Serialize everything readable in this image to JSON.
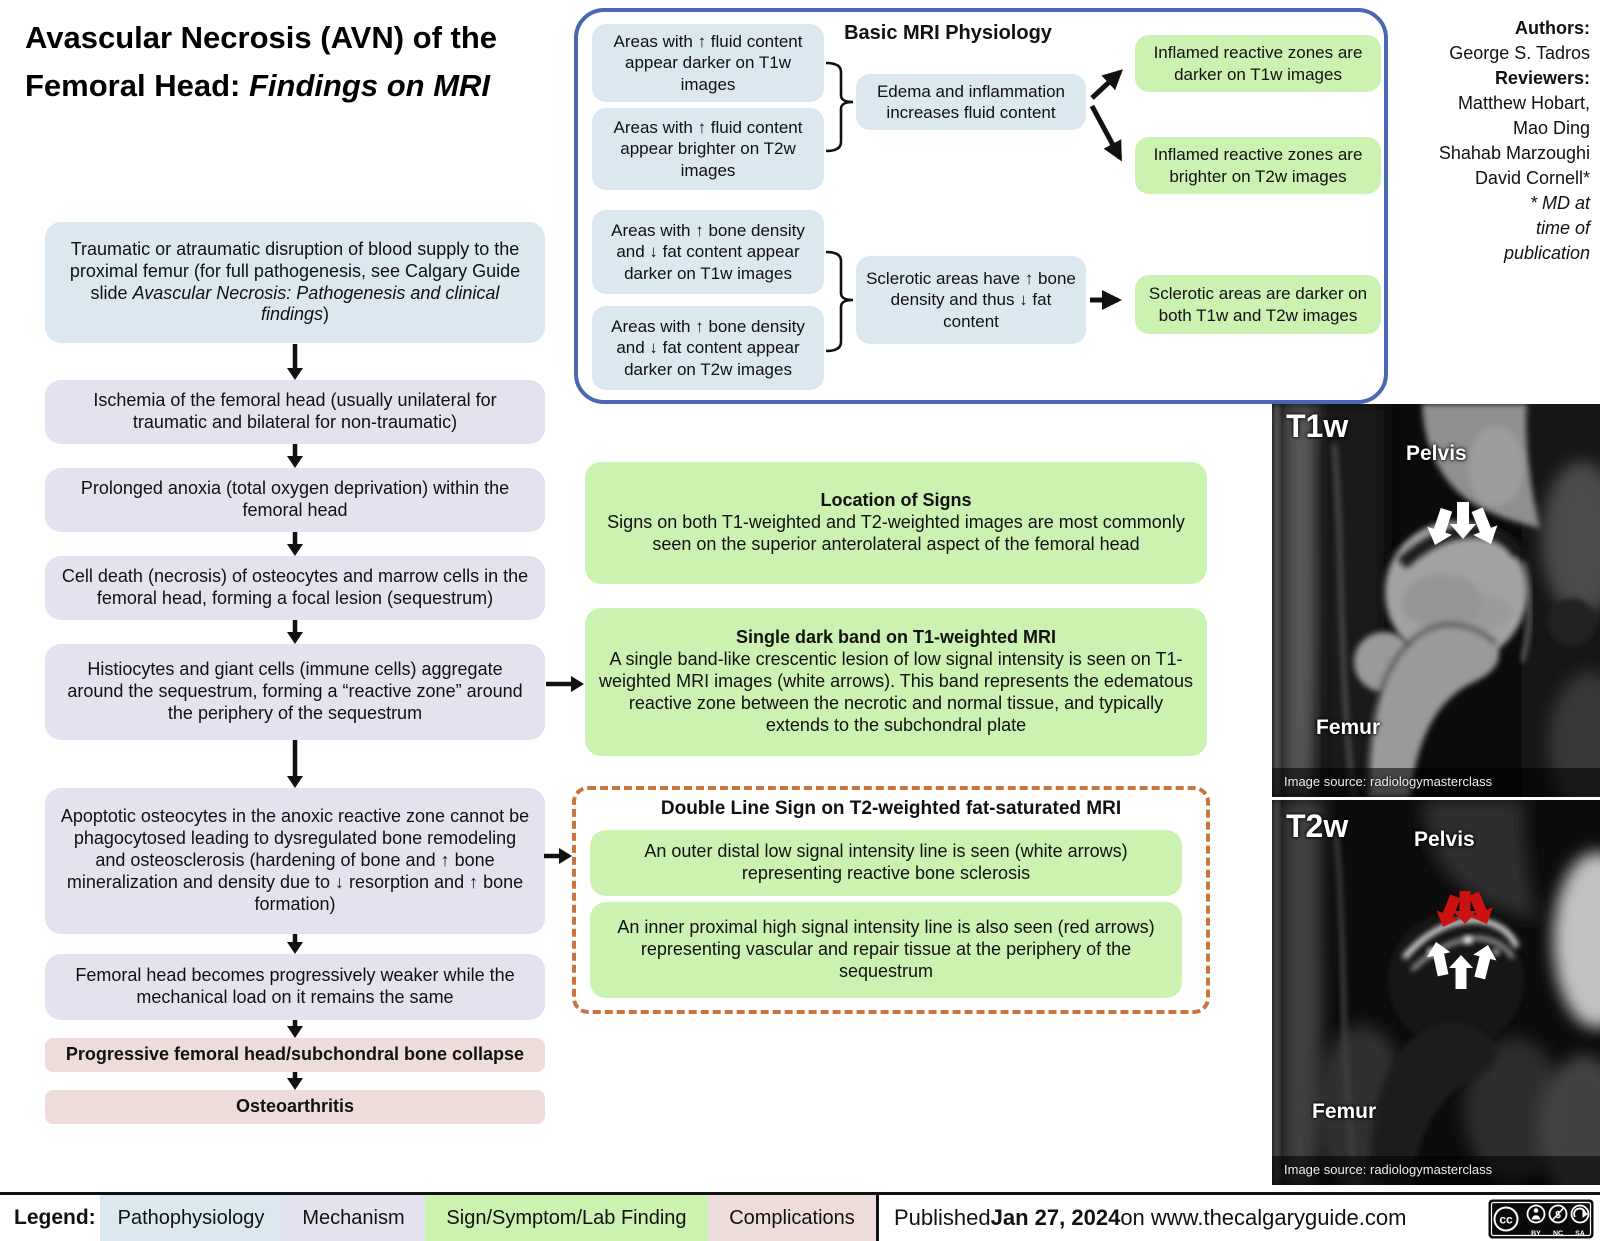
{
  "title": {
    "main": "Avascular Necrosis (AVN) of the Femoral Head: ",
    "italic": "Findings on MRI"
  },
  "credits": {
    "authors_label": "Authors:",
    "author": "George S. Tadros",
    "reviewers_label": "Reviewers:",
    "reviewer1": "Matthew Hobart,",
    "reviewer2": "Mao Ding",
    "reviewer3": "Shahab Marzoughi",
    "reviewer4": "David Cornell*",
    "note1": "* MD at",
    "note2": "time of",
    "note3": "publication"
  },
  "flow": {
    "step1_pre": "Traumatic or atraumatic disruption of blood supply to the proximal femur (for full pathogenesis, see Calgary Guide slide ",
    "step1_italic": "Avascular Necrosis: Pathogenesis and clinical findings",
    "step1_post": ")",
    "step2": "Ischemia of the femoral head (usually unilateral for traumatic and bilateral for non-traumatic)",
    "step3": "Prolonged anoxia (total oxygen deprivation) within the femoral head",
    "step4": "Cell death (necrosis) of osteocytes and marrow cells in the femoral head, forming a focal lesion (sequestrum)",
    "step5": "Histiocytes and giant cells (immune cells) aggregate around the sequestrum, forming a “reactive zone” around the periphery of the sequestrum",
    "step6": "Apoptotic osteocytes in the anoxic reactive zone cannot be phagocytosed leading to dysregulated bone remodeling and osteosclerosis (hardening of bone and ↑ bone mineralization and density due to ↓ resorption and ↑ bone formation)",
    "step7": "Femoral head becomes progressively weaker while the mechanical load on it remains the same",
    "step8": "Progressive femoral head/subchondral bone collapse",
    "step9": "Osteoarthritis"
  },
  "phys": {
    "title": "Basic MRI Physiology",
    "b1": "Areas with ↑ fluid content appear darker on T1w images",
    "b2": "Areas with ↑ fluid content appear brighter on T2w images",
    "b3": "Areas with ↑ bone density and ↓ fat content appear darker on T1w images",
    "b4": "Areas with ↑ bone density and ↓ fat content appear darker on T2w images",
    "m1": "Edema and inflammation increases fluid content",
    "m2": "Sclerotic areas have ↑ bone density and thus ↓ fat content",
    "g1": "Inflamed reactive zones are darker on T1w images",
    "g2": "Inflamed reactive zones are brighter on T2w images",
    "g3": "Sclerotic areas are darker on both T1w and T2w images"
  },
  "signs": {
    "location_title": "Location of Signs",
    "location_body": "Signs on both T1-weighted and T2-weighted images are most commonly seen on the superior anterolateral aspect of the femoral head",
    "single_title": "Single dark band on T1-weighted MRI",
    "single_body": "A single band-like crescentic lesion of low signal intensity is seen on T1-weighted MRI images (white arrows). This band represents the edematous reactive zone between the necrotic and normal tissue, and typically extends to the subchondral plate",
    "double_title": "Double Line Sign on T2-weighted fat-saturated MRI",
    "double_outer": "An outer distal low signal intensity line is seen (white arrows) representing reactive bone sclerosis",
    "double_inner": "An inner proximal high signal intensity line is also seen (red arrows) representing vascular and repair tissue at the periphery of the sequestrum"
  },
  "mri": {
    "t1": {
      "label": "T1w",
      "pelvis": "Pelvis",
      "femur": "Femur",
      "source": "Image source: radiologymasterclass"
    },
    "t2": {
      "label": "T2w",
      "pelvis": "Pelvis",
      "femur": "Femur",
      "source": "Image source: radiologymasterclass"
    }
  },
  "legend": {
    "label": "Legend:",
    "items": [
      {
        "label": "Pathophysiology",
        "color": "#dce8f0"
      },
      {
        "label": "Mechanism",
        "color": "#e6e1ee"
      },
      {
        "label": "Sign/Symptom/Lab Finding",
        "color": "#cbf2b0"
      },
      {
        "label": "Complications",
        "color": "#eddcda"
      }
    ]
  },
  "footer": {
    "published_prefix": "Published ",
    "published_date": "Jan 27, 2024",
    "published_suffix": " on www.thecalgaryguide.com",
    "license": {
      "cc": "cc",
      "by": "BY",
      "nc": "NC",
      "sa": "SA"
    }
  },
  "colors": {
    "pathophysiology": "#dce8f0",
    "mechanism": "#e6e1ee",
    "sign_symptom": "#cbf2b0",
    "complication": "#eddcda",
    "panel_border": "#4a67b0",
    "dashed_border": "#c8763b",
    "arrow_red": "#cc1111"
  }
}
